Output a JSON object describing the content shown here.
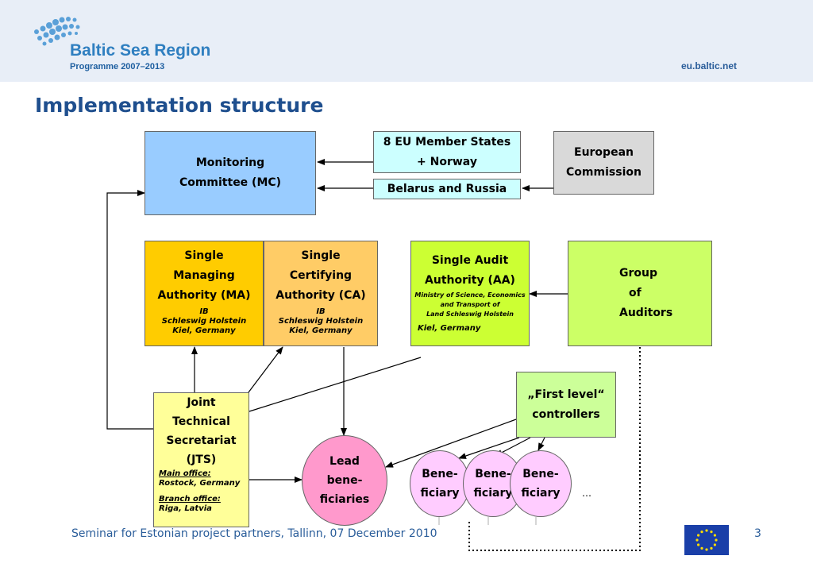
{
  "header": {
    "logo_title": "Baltic Sea Region",
    "logo_subtitle": "Programme 2007–2013",
    "site": "eu.baltic.net",
    "logo_icon": "dot-wave-icon"
  },
  "page_title": "Implementation structure",
  "nodes": {
    "mc": {
      "lines": [
        "Monitoring",
        "Committee (MC)"
      ],
      "color": "#99ccff"
    },
    "member_states": {
      "lines": [
        "8 EU Member States",
        "+ Norway"
      ],
      "color": "#ccffff"
    },
    "belarus": {
      "lines": [
        "Belarus and Russia"
      ],
      "color": "#ccffff"
    },
    "ec": {
      "lines": [
        "European",
        "Commission"
      ],
      "color": "#d9d9d9"
    },
    "ma": {
      "lines": [
        "Single",
        "Managing",
        "Authority (MA)"
      ],
      "sub": [
        "IB",
        "Schleswig Holstein",
        "Kiel, Germany"
      ],
      "color": "#ffcc00"
    },
    "ca": {
      "lines": [
        "Single",
        "Certifying",
        "Authority (CA)"
      ],
      "sub": [
        "IB",
        "Schleswig Holstein",
        "Kiel, Germany"
      ],
      "color": "#ffcc66"
    },
    "aa": {
      "lines": [
        "Single Audit",
        "Authority (AA)"
      ],
      "sub": [
        "Ministry of Science, Economics",
        "and Transport of",
        "Land Schleswig Holstein"
      ],
      "sub2": "Kiel, Germany",
      "color": "#ccff33"
    },
    "auditors": {
      "lines": [
        "Group",
        "of",
        "Auditors"
      ],
      "color": "#ccff66"
    },
    "flc": {
      "lines": [
        "„First level“",
        "controllers"
      ],
      "color": "#ccff99"
    },
    "jts": {
      "lines": [
        "Joint",
        "Technical",
        "Secretariat",
        "(JTS)"
      ],
      "main_office_label": "Main office:",
      "main_office": "Rostock, Germany",
      "branch_office_label": "Branch office:",
      "branch_office": "Riga, Latvia",
      "color": "#ffff99"
    },
    "lead": {
      "lines": [
        "Lead",
        "bene-",
        "ficiaries"
      ],
      "color": "#ff99cc"
    },
    "bene1": {
      "lines": [
        "Bene-",
        "ficiary"
      ],
      "color": "#ffccff"
    },
    "bene2": {
      "lines": [
        "Bene-",
        "ficiary"
      ],
      "color": "#ffccff"
    },
    "bene3": {
      "lines": [
        "Bene-",
        "ficiary"
      ],
      "color": "#ffccff"
    },
    "ellipsis": "…"
  },
  "footer": {
    "text": "Seminar for Estonian project partners, Tallinn, 07 December 2010",
    "page": "3",
    "flag_icon": "eu-flag-icon"
  }
}
